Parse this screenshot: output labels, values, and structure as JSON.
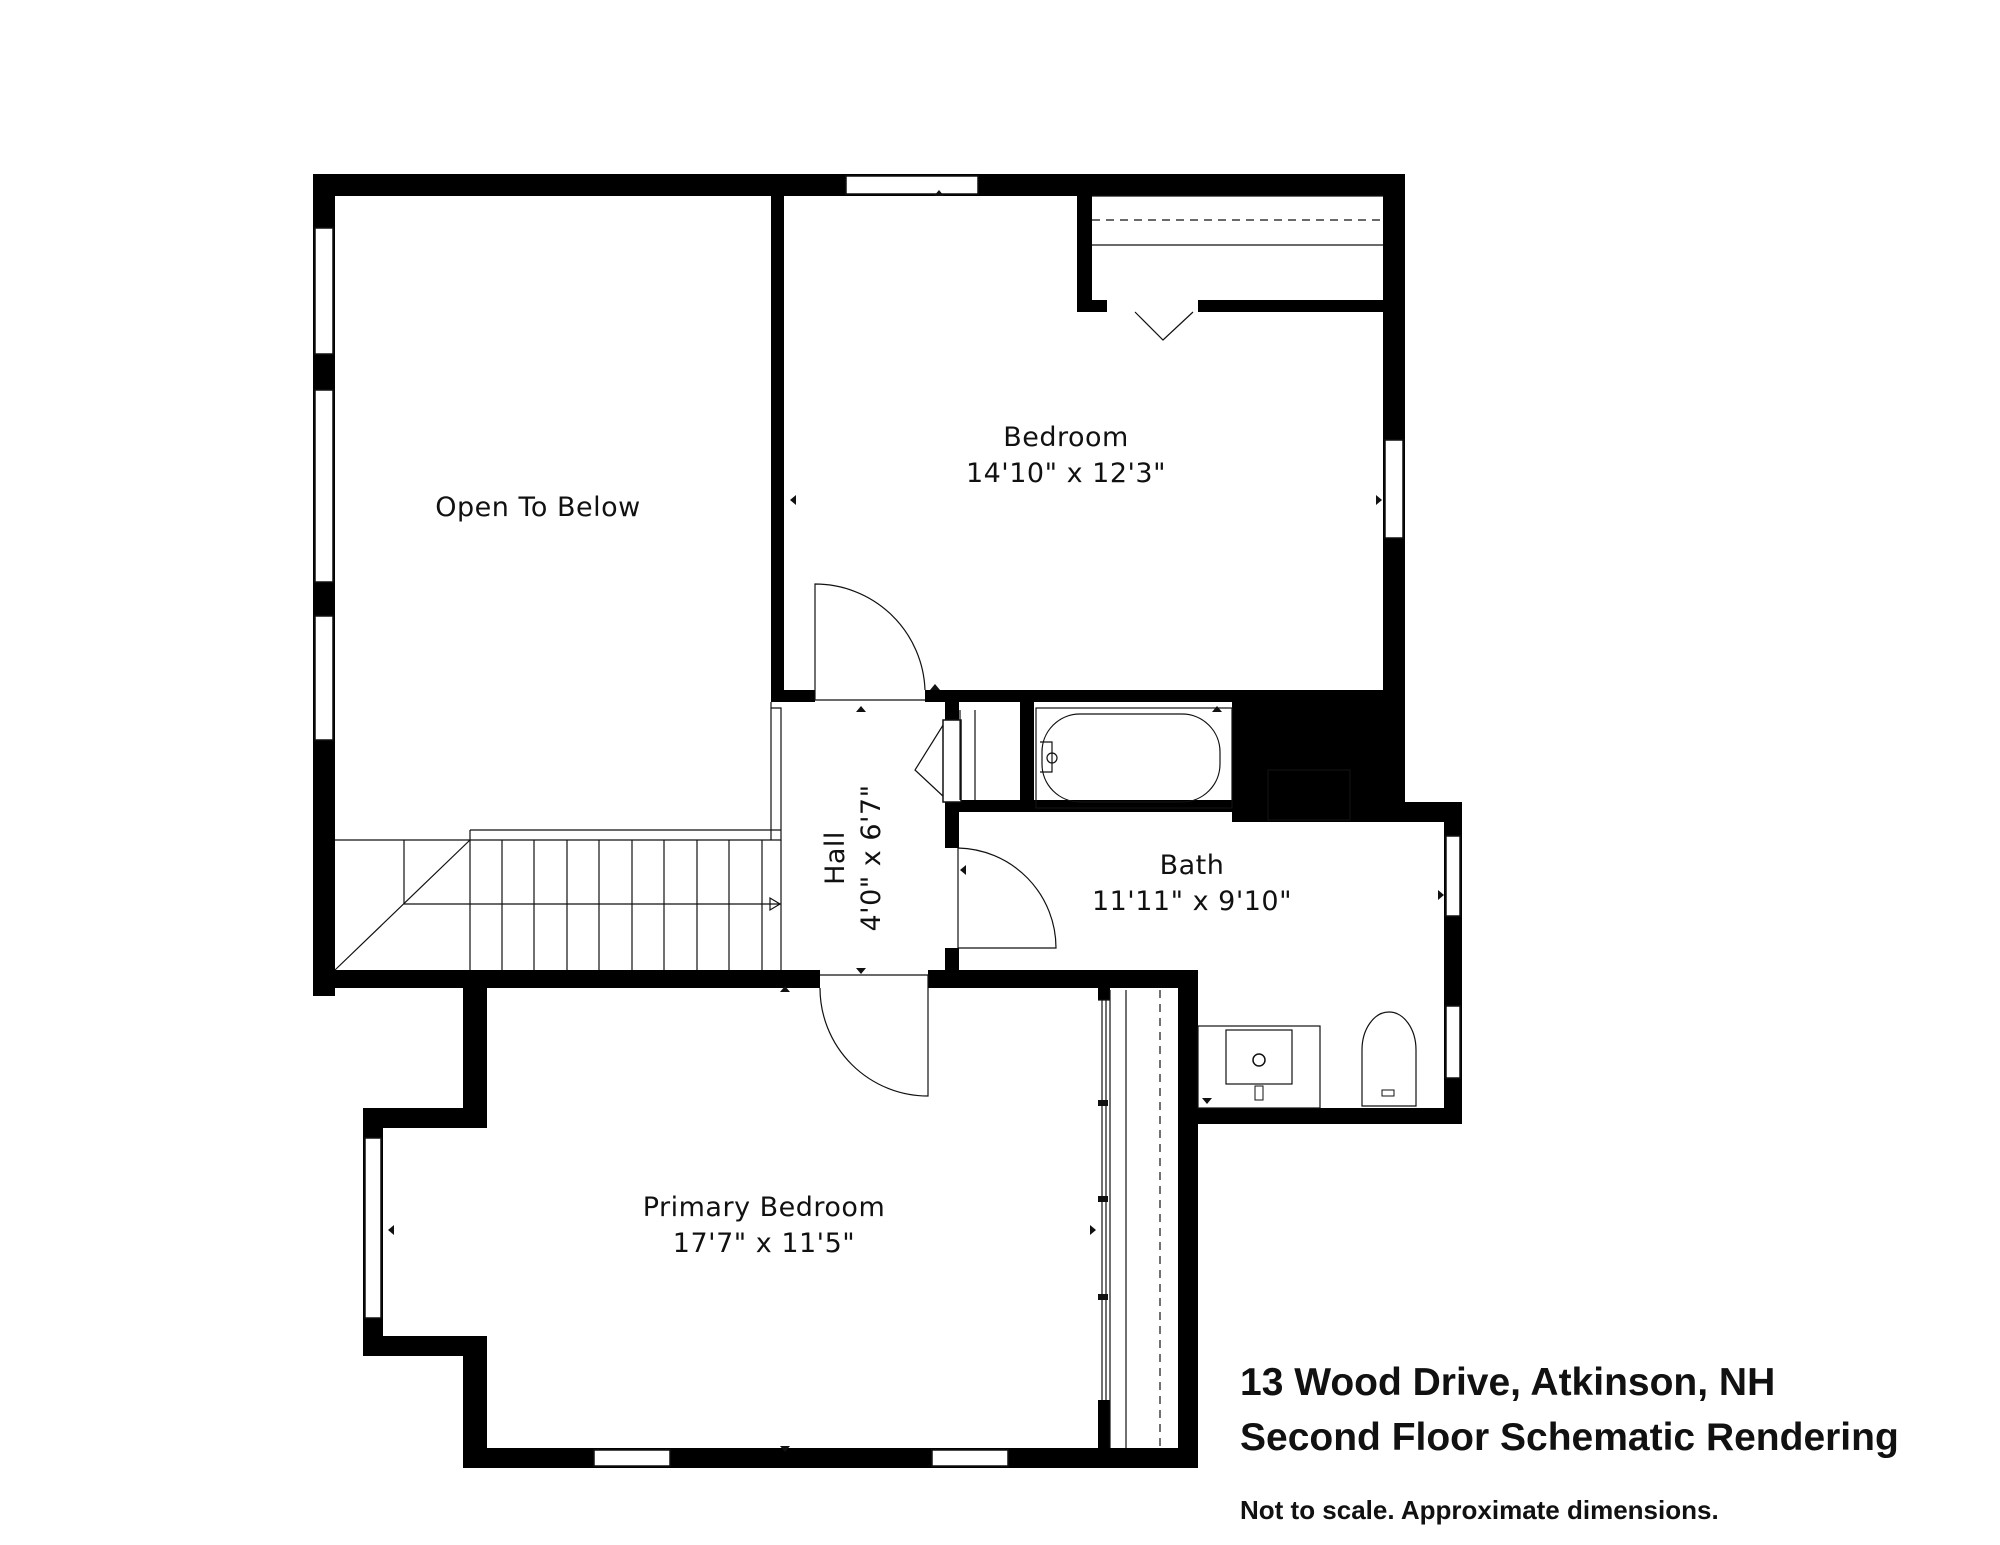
{
  "rooms": {
    "open_to_below": {
      "name": "Open To Below"
    },
    "bedroom": {
      "name": "Bedroom",
      "dims": "14'10\" x 12'3\""
    },
    "hall": {
      "name": "Hall",
      "dims": "4'0\" x 6'7\""
    },
    "bath": {
      "name": "Bath",
      "dims": "11'11\" x 9'10\""
    },
    "primary_bedroom": {
      "name": "Primary Bedroom",
      "dims": "17'7\" x 11'5\""
    }
  },
  "title_block": {
    "address": "13 Wood Drive, Atkinson, NH",
    "subtitle": "Second Floor Schematic Rendering",
    "note": "Not to scale.  Approximate dimensions."
  },
  "colors": {
    "wall": "#000000",
    "background": "#ffffff",
    "text": "#111111"
  }
}
